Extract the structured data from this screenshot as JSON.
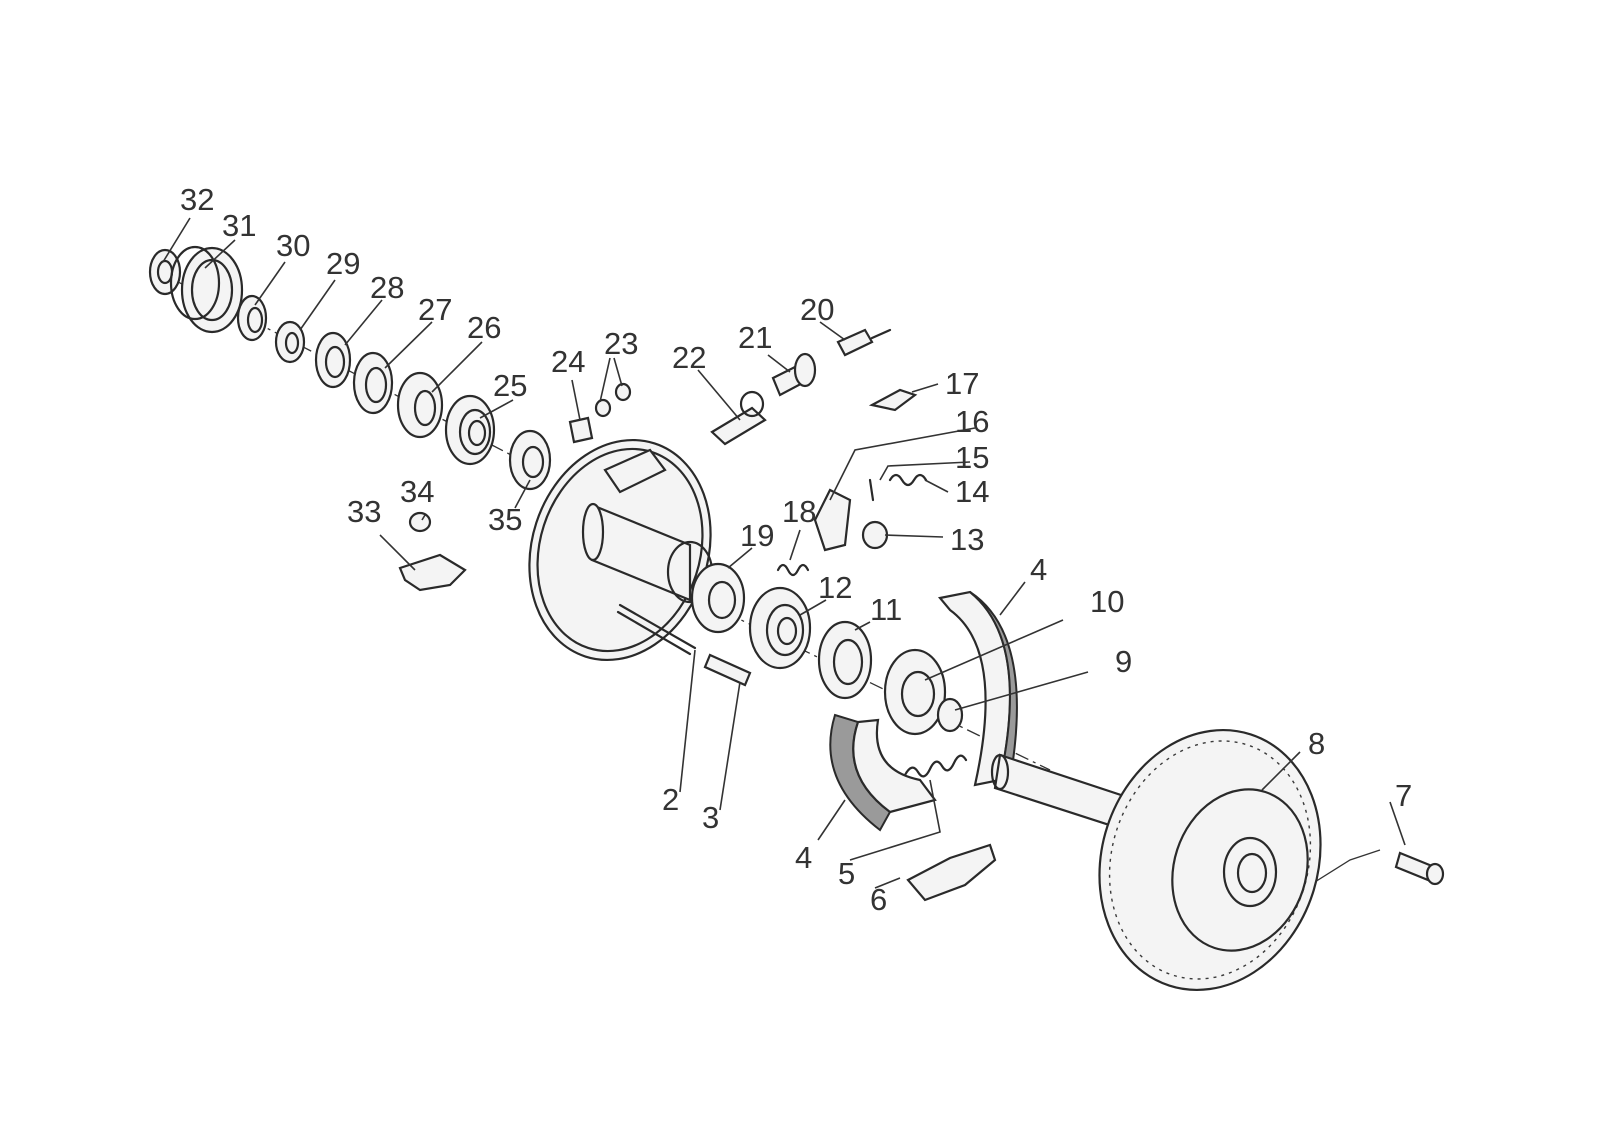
{
  "callouts": [
    {
      "id": "c32",
      "text": "32"
    },
    {
      "id": "c31",
      "text": "31"
    },
    {
      "id": "c30",
      "text": "30"
    },
    {
      "id": "c29",
      "text": "29"
    },
    {
      "id": "c28",
      "text": "28"
    },
    {
      "id": "c27",
      "text": "27"
    },
    {
      "id": "c26",
      "text": "26"
    },
    {
      "id": "c25",
      "text": "25"
    },
    {
      "id": "c24",
      "text": "24"
    },
    {
      "id": "c23",
      "text": "23"
    },
    {
      "id": "c22",
      "text": "22"
    },
    {
      "id": "c21",
      "text": "21"
    },
    {
      "id": "c20",
      "text": "20"
    },
    {
      "id": "c17",
      "text": "17"
    },
    {
      "id": "c16",
      "text": "16"
    },
    {
      "id": "c15",
      "text": "15"
    },
    {
      "id": "c14",
      "text": "14"
    },
    {
      "id": "c13",
      "text": "13"
    },
    {
      "id": "c18",
      "text": "18"
    },
    {
      "id": "c19",
      "text": "19"
    },
    {
      "id": "c12",
      "text": "12"
    },
    {
      "id": "c11",
      "text": "11"
    },
    {
      "id": "c10",
      "text": "10"
    },
    {
      "id": "c9",
      "text": "9"
    },
    {
      "id": "c4a",
      "text": "4"
    },
    {
      "id": "c4b",
      "text": "4"
    },
    {
      "id": "c8",
      "text": "8"
    },
    {
      "id": "c7",
      "text": "7"
    },
    {
      "id": "c6",
      "text": "6"
    },
    {
      "id": "c5",
      "text": "5"
    },
    {
      "id": "c3",
      "text": "3"
    },
    {
      "id": "c2",
      "text": "2"
    },
    {
      "id": "c33",
      "text": "33"
    },
    {
      "id": "c34",
      "text": "34"
    },
    {
      "id": "c35",
      "text": "35"
    }
  ]
}
